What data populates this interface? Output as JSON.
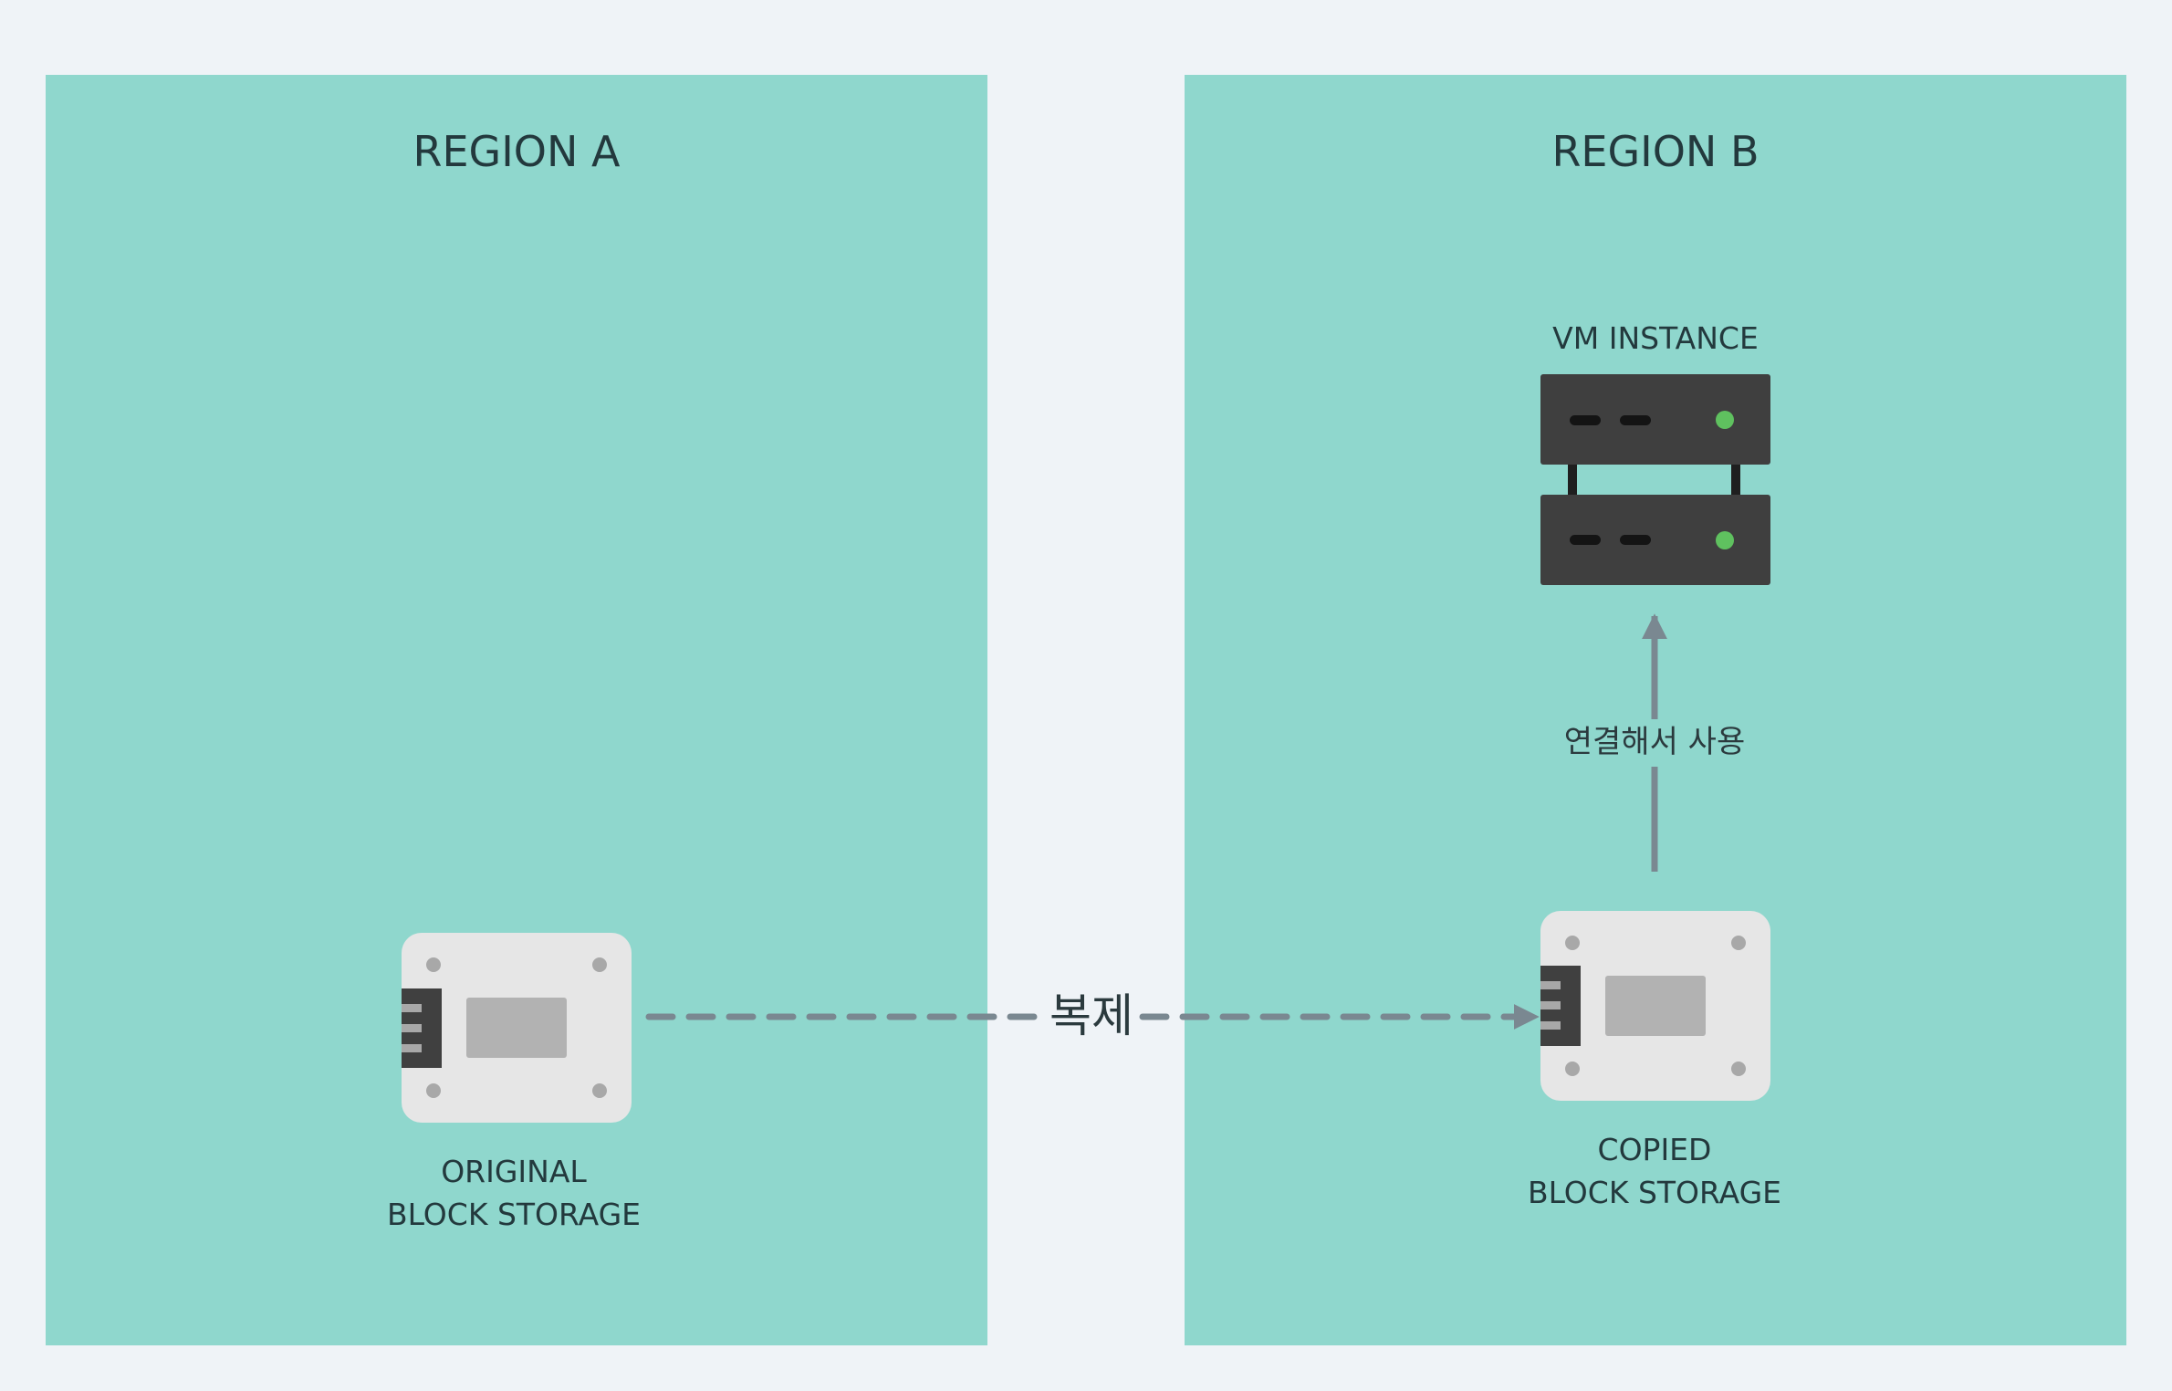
{
  "regions": [
    {
      "title": "REGION A"
    },
    {
      "title": "REGION B"
    }
  ],
  "nodes": {
    "original_storage": {
      "label_line1": "ORIGINAL",
      "label_line2": "BLOCK STORAGE",
      "icon": "block-storage-icon"
    },
    "copied_storage": {
      "label_line1": "COPIED",
      "label_line2": "BLOCK STORAGE",
      "icon": "block-storage-icon"
    },
    "vm_instance": {
      "label": "VM INSTANCE",
      "icon": "server-rack-icon"
    }
  },
  "edges": {
    "replicate": {
      "label": "복제",
      "style": "dashed"
    },
    "attach": {
      "label": "연결해서 사용",
      "style": "solid"
    }
  },
  "colors": {
    "background": "#eff3f7",
    "region_fill": "#8fd7cd",
    "text": "#23393d",
    "arrow": "#7a8891",
    "device_body": "#e6e6e6",
    "device_port": "#404040",
    "server_body": "#3f3f3f",
    "status_led": "#5fc15f"
  }
}
